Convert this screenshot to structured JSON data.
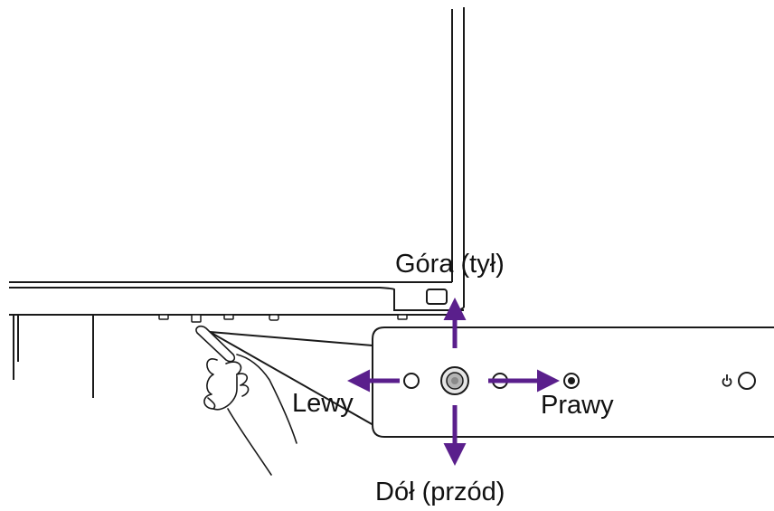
{
  "labels": {
    "up": "Góra (tył)",
    "left": "Lewy",
    "right": "Prawy",
    "down": "Dół (przód)"
  },
  "colors": {
    "arrow": "#5a1f8c",
    "line": "#1a1a1a",
    "background": "#ffffff"
  },
  "icons": [
    "pointing-hand",
    "joystick-button",
    "power-icon"
  ]
}
